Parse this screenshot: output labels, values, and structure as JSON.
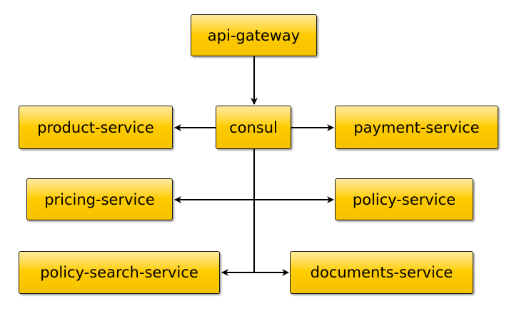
{
  "nodes": {
    "gateway": "api-gateway",
    "consul": "consul",
    "product": "product-service",
    "payment": "payment-service",
    "pricing": "pricing-service",
    "policy": "policy-service",
    "policy_search": "policy-search-service",
    "documents": "documents-service"
  },
  "edges": [
    {
      "from": "api-gateway",
      "to": "consul"
    },
    {
      "from": "consul",
      "to": "product-service"
    },
    {
      "from": "consul",
      "to": "payment-service"
    },
    {
      "from": "consul",
      "to": "pricing-service"
    },
    {
      "from": "consul",
      "to": "policy-service"
    },
    {
      "from": "consul",
      "to": "policy-search-service"
    },
    {
      "from": "consul",
      "to": "documents-service"
    }
  ],
  "colors": {
    "node_fill": "#ffcc00",
    "node_border": "#1a1a1a",
    "edge": "#000000"
  }
}
